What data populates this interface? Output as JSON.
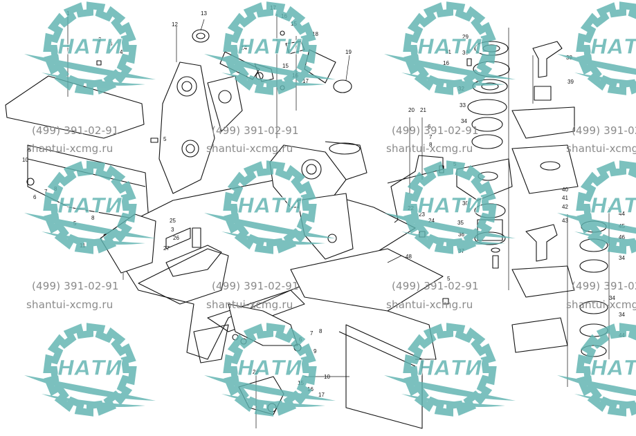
{
  "watermark": {
    "logo_text": "НАТИ",
    "phone": "(499) 391-02-91",
    "site": "shantui-xcmg.ru",
    "color": "#5fb3b0"
  },
  "callouts": {
    "c1": "1",
    "c2": "2",
    "c3": "3",
    "c4": "4",
    "c5a": "5",
    "c5b": "5",
    "c5c": "5",
    "c5d": "5",
    "c5e": "5",
    "c6a": "6",
    "c6b": "6",
    "c6c": "6",
    "c7a": "7",
    "c7b": "7",
    "c7c": "7",
    "c8a": "8",
    "c8b": "8",
    "c8c": "8",
    "c8d": "8",
    "c9": "9",
    "c10a": "10",
    "c10b": "10",
    "c11": "11",
    "c12": "12",
    "c13": "13",
    "c14": "14",
    "c15a": "15",
    "c15b": "15",
    "c15c": "15",
    "c16a": "16",
    "c16b": "16",
    "c16c": "16",
    "c16d": "16",
    "c17a": "17",
    "c17b": "17",
    "c17c": "17",
    "c18": "18",
    "c19": "19",
    "c20": "20",
    "c21": "21",
    "c22": "22",
    "c23": "23",
    "c24": "24",
    "c25": "25",
    "c26": "26",
    "c27": "27",
    "c28": "28",
    "c29": "29",
    "c30a": "30",
    "c30b": "30",
    "c31": "31",
    "c32": "32",
    "c33": "33",
    "c34a": "34",
    "c34b": "34",
    "c34c": "34",
    "c34d": "34",
    "c35": "35",
    "c36": "36",
    "c37": "37",
    "c38": "38",
    "c39": "39",
    "c40": "40",
    "c41": "41",
    "c42": "42",
    "c43": "43",
    "c44a": "44",
    "c44b": "44",
    "c45": "45",
    "c46": "46",
    "c48": "48",
    "c3b": "3"
  }
}
